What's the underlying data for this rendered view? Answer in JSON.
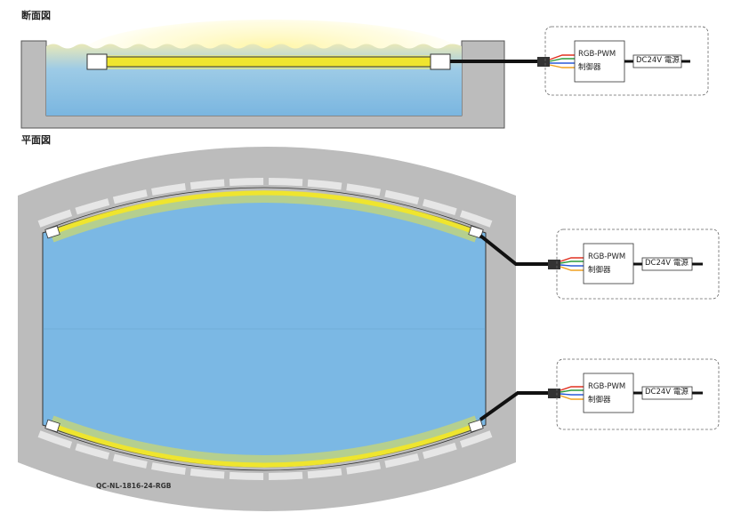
{
  "sections": {
    "cross_section_title": "断面図",
    "plan_title": "平面図"
  },
  "controller": {
    "line1": "RGB-PWM",
    "line2": "制御器"
  },
  "power_supply": {
    "label": "DC24V 電源"
  },
  "part_number": "QC-NL-1816-24-RGB",
  "colors": {
    "water": "#7bb8e4",
    "concrete": "#bcbcbc",
    "led_glow": "#f0e63a",
    "cable": "#111111",
    "wire_red": "#e03020",
    "wire_green": "#2a9a3a",
    "wire_blue": "#2a5ad8",
    "wire_orange": "#f0a020"
  }
}
